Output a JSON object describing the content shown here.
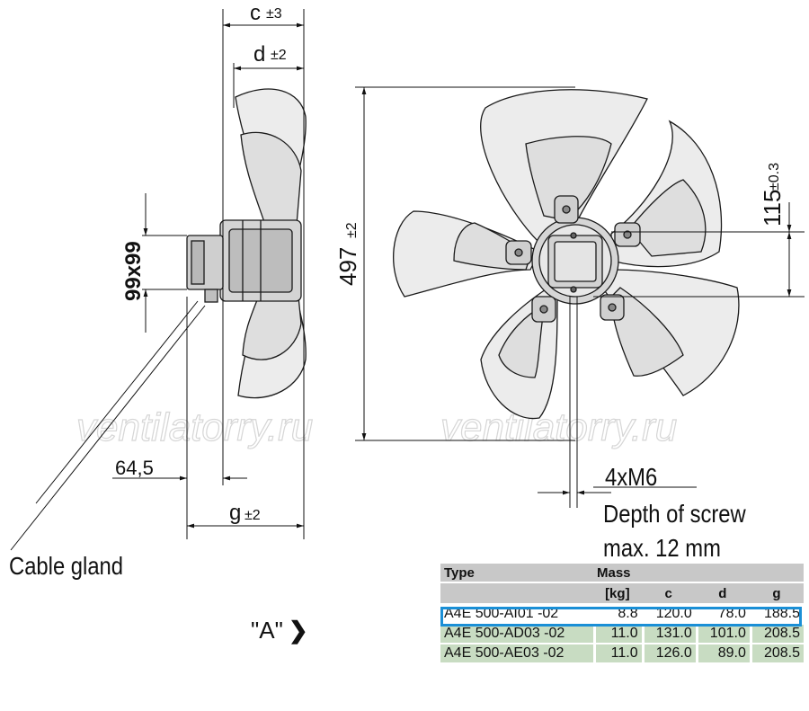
{
  "dimensions": {
    "c": "c",
    "c_tol": "±3",
    "d": "d",
    "d_tol": "±2",
    "g": "g",
    "g_tol": "±2",
    "square": "99x99",
    "diameter": "497",
    "diameter_tol": "±2",
    "offset": "115",
    "offset_tol": "±0.3",
    "gland_offset": "64,5"
  },
  "labels": {
    "screw_spec": "4xM6",
    "screw_depth_1": "Depth of screw",
    "screw_depth_2": "max. 12 mm",
    "cable_gland": "Cable gland",
    "view": "\"A\"",
    "view_arrow": "❯",
    "watermark_1": "ventilatorry.ru",
    "watermark_2": "ventilatorry.ru"
  },
  "table": {
    "headers": {
      "type": "Type",
      "mass": "Mass",
      "mass_unit": "[kg]",
      "c": "c",
      "d": "d",
      "g": "g"
    },
    "rows": [
      {
        "type": "A4E  500-AI01   -02",
        "mass": "8.8",
        "c": "120.0",
        "d": "78.0",
        "g": "188.5",
        "selected": true
      },
      {
        "type": "A4E  500-AD03  -02",
        "mass": "11.0",
        "c": "131.0",
        "d": "101.0",
        "g": "208.5",
        "selected": false
      },
      {
        "type": "A4E  500-AE03  -02",
        "mass": "11.0",
        "c": "126.0",
        "d": "89.0",
        "g": "208.5",
        "selected": false
      }
    ]
  },
  "colors": {
    "blade_fill": "#ececec",
    "blade_stroke": "#1a1a1a",
    "hub_fill": "#dcdcdc",
    "table_header": "#c8c8c8",
    "table_cell": "#c8dcc2",
    "selection": "#1a8fd6",
    "watermark": "#d4d4d4"
  }
}
